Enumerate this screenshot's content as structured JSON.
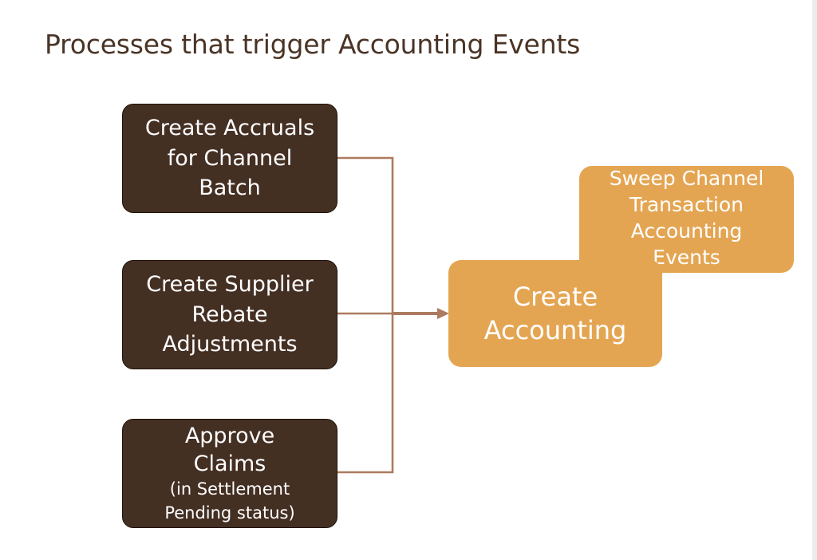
{
  "title": "Processes that trigger Accounting Events",
  "colors": {
    "source_box_fill": "#442f23",
    "target_box_fill": "#e4a552",
    "connector": "#ac7a5f",
    "title_text": "#4a3426"
  },
  "source_processes": [
    {
      "lines": [
        "Create Accruals",
        "for Channel",
        "Batch"
      ]
    },
    {
      "lines": [
        "Create Supplier",
        "Rebate",
        "Adjustments"
      ]
    },
    {
      "lines": [
        "Approve",
        "Claims"
      ],
      "sub_lines": [
        "(in Settlement",
        "Pending status)"
      ]
    }
  ],
  "target_process": {
    "lines": [
      "Create",
      "Accounting"
    ]
  },
  "sweep_process": {
    "lines": [
      "Sweep Channel",
      "Transaction",
      "Accounting",
      "Events"
    ]
  }
}
